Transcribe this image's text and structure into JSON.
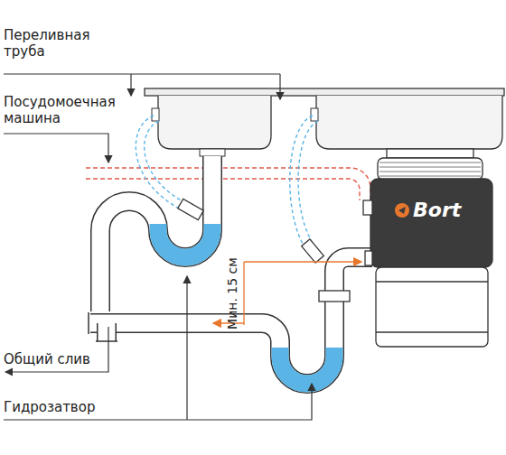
{
  "diagram": {
    "labels": [
      "Переливная труба",
      "Посудомоечная машина",
      "Мин. 15 см",
      "Bort",
      "Общий слив",
      "Гидрозатвор"
    ]
  }
}
